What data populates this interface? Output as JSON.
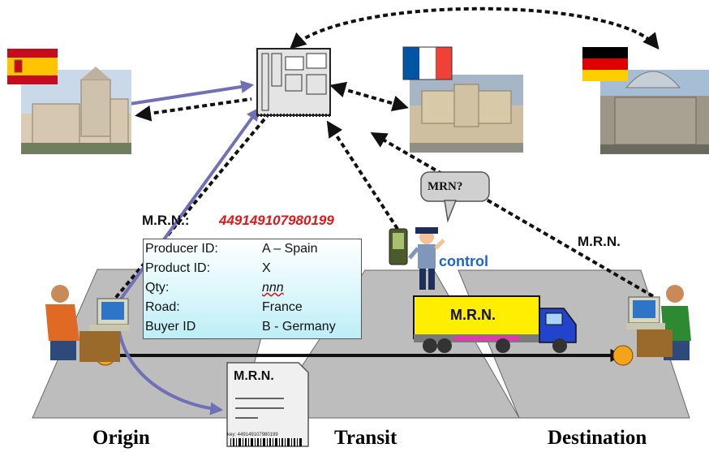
{
  "diagram": {
    "mrn_label": "M.R.N.:",
    "mrn_value": "449149107980199",
    "mrn_right_label": "M.R.N.",
    "truck_label": "M.R.N.",
    "document_title": "M.R.N.",
    "document_key": "key: 449149107980199",
    "speech_bubble": "MRN?",
    "control_label": "control",
    "info_rows": [
      {
        "key": "Producer ID:",
        "value": "A – Spain"
      },
      {
        "key": "Product ID:",
        "value": "X"
      },
      {
        "key": "Qty:",
        "value": "nnn"
      },
      {
        "key": "Road:",
        "value": "France"
      },
      {
        "key": "Buyer ID",
        "value": "B - Germany"
      }
    ],
    "regions": [
      "Origin",
      "Transit",
      "Destination"
    ]
  },
  "icons": [
    "spain-flag-icon",
    "france-flag-icon",
    "germany-flag-icon",
    "server-icon",
    "customs-officer-icon",
    "truck-icon",
    "user-workstation-icon",
    "document-icon",
    "pda-icon"
  ],
  "colors": {
    "arrow_solid": "#7070b8",
    "mrn_value": "#e01818",
    "control": "#1a66d6",
    "truck_cargo": "#ffee00",
    "truck_cab": "#2244cc",
    "road_plate": "#b8b8b8"
  }
}
